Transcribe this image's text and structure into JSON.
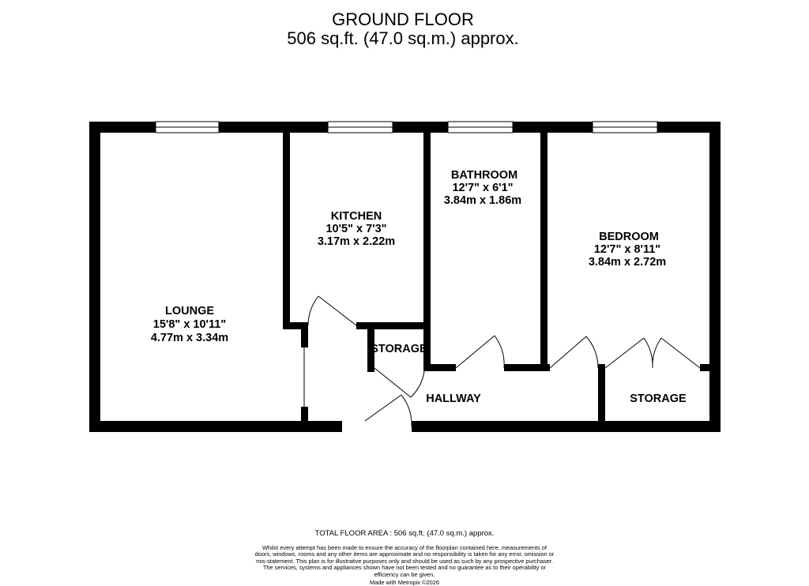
{
  "header": {
    "title": "GROUND FLOOR",
    "area": "506 sq.ft. (47.0 sq.m.) approx."
  },
  "rooms": {
    "lounge": {
      "name": "LOUNGE",
      "imperial": "15'8\"  x 10'11\"",
      "metric": "4.77m  x 3.34m"
    },
    "kitchen": {
      "name": "KITCHEN",
      "imperial": "10'5\"  x 7'3\"",
      "metric": "3.17m  x 2.22m"
    },
    "bathroom": {
      "name": "BATHROOM",
      "imperial": "12'7\"  x 6'1\"",
      "metric": "3.84m  x 1.86m"
    },
    "bedroom": {
      "name": "BEDROOM",
      "imperial": "12'7\"  x 8'11\"",
      "metric": "3.84m  x 2.72m"
    },
    "storage_hall": {
      "name": "STORAGE"
    },
    "hallway": {
      "name": "HALLWAY"
    },
    "storage_bedroom": {
      "name": "STORAGE"
    }
  },
  "footer": {
    "total_area": "TOTAL FLOOR AREA : 506 sq.ft. (47.0 sq.m.) approx.",
    "disclaimer": "Whilst every attempt has been made to ensure the accuracy of the floorplan contained here, measurements of doors, windows, rooms and any other items are approximate and no responsibility is taken for any error, omission or mis-statement. This plan is for illustrative purposes only and should be used as such by any prospective purchaser. The services, systems and appliances shown have not been tested and no guarantee as to their operability or efficiency can be given.",
    "credit": "Made with Metropix ©2026"
  }
}
